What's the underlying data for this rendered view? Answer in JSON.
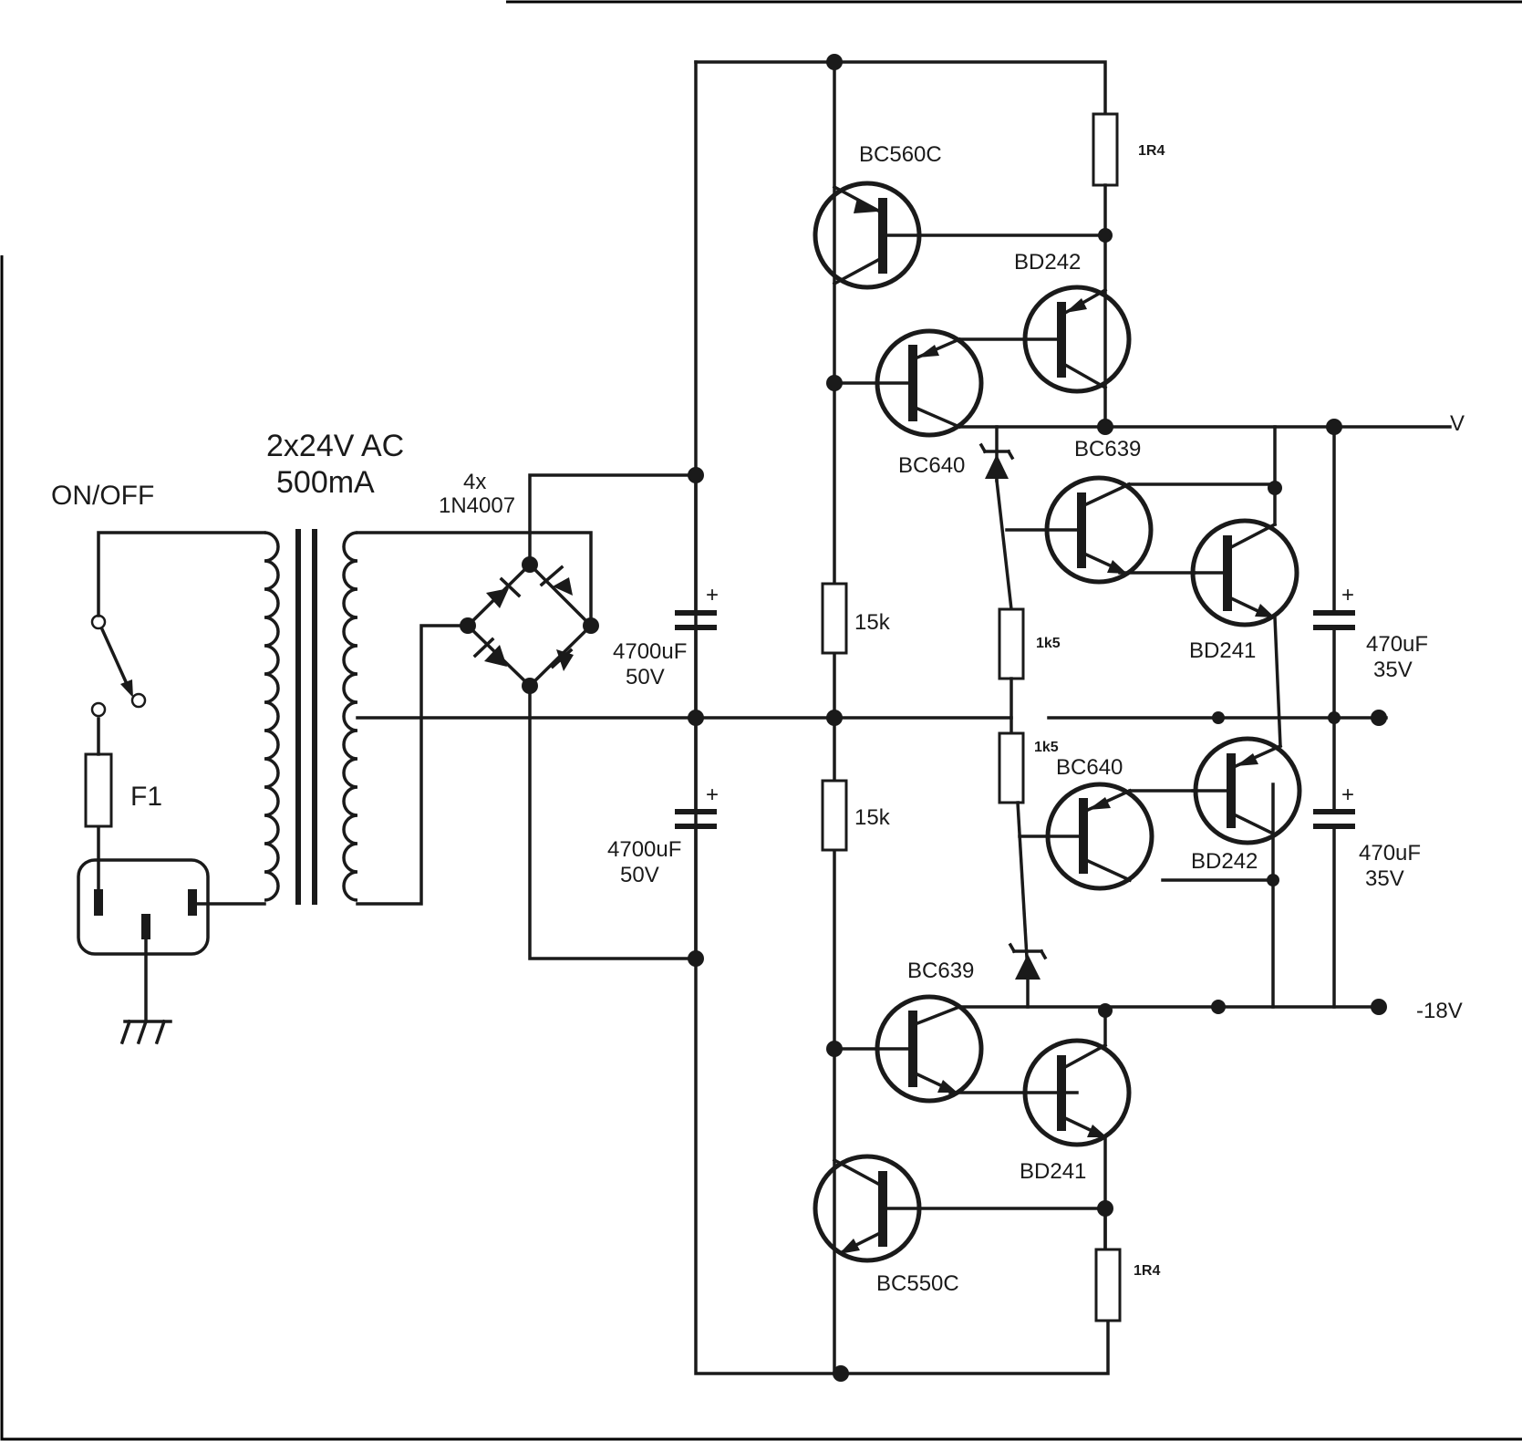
{
  "labels": {
    "switch": "ON/OFF",
    "transformer_line1": "2x24V AC",
    "transformer_line2": "500mA",
    "bridge_line1": "4x",
    "bridge_line2": "1N4007",
    "fuse": "F1",
    "cap_main_top_value": "4700uF",
    "cap_main_top_voltage": "50V",
    "cap_main_bottom_value": "4700uF",
    "cap_main_bottom_voltage": "50V",
    "cap_out_top_value": "470uF",
    "cap_out_top_voltage": "35V",
    "cap_out_bottom_value": "470uF",
    "cap_out_bottom_voltage": "35V",
    "res_divider_top": "15k",
    "res_divider_bottom": "15k",
    "res_sense_top": "1R4",
    "res_sense_bottom": "1R4",
    "res_zener_top": "1k5",
    "res_zener_bottom": "1k5",
    "q_bc560c": "BC560C",
    "q_bd242_top": "BD242",
    "q_bc640_top": "BC640",
    "q_bc639_top": "BC639",
    "q_bd241_top": "BD241",
    "q_bc640_bottom": "BC640",
    "q_bd242_bottom": "BD242",
    "q_bc639_bottom": "BC639",
    "q_bd241_bottom": "BD241",
    "q_bc550c": "BC550C",
    "out_positive": "V",
    "out_negative": "-18V"
  },
  "plus_sign": "+",
  "colors": {
    "ink": "#1a1a1a",
    "background": "#ffffff"
  }
}
